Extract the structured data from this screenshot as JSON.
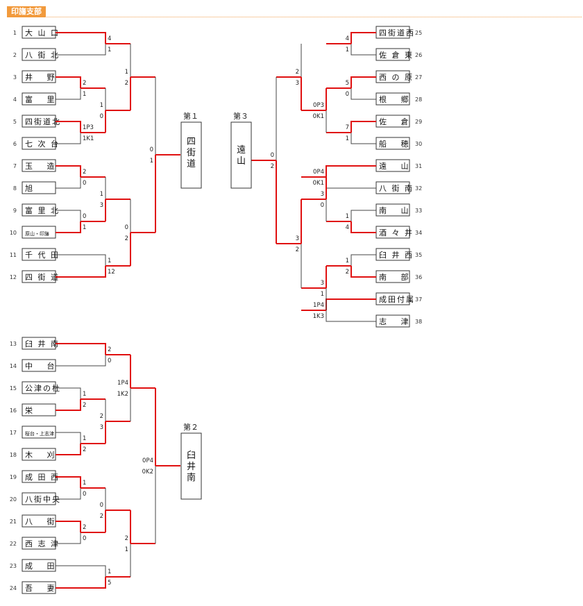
{
  "header": {
    "title": "印旛支部"
  },
  "colors": {
    "win": "#e01010",
    "lose": "#444444",
    "accent": "#f29a3c"
  },
  "left_bracket": {
    "teams": [
      {
        "no": "1",
        "name": "大 山 口"
      },
      {
        "no": "2",
        "name": "八 街 北"
      },
      {
        "no": "3",
        "name": "井　 野"
      },
      {
        "no": "4",
        "name": "富　 里"
      },
      {
        "no": "5",
        "name": "四街道北"
      },
      {
        "no": "6",
        "name": "七 次 台"
      },
      {
        "no": "7",
        "name": "玉　 造"
      },
      {
        "no": "8",
        "name": "旭"
      },
      {
        "no": "9",
        "name": "富 里 北"
      },
      {
        "no": "10",
        "name": "原山・印旛"
      },
      {
        "no": "11",
        "name": "千 代 田"
      },
      {
        "no": "12",
        "name": "四 街 道"
      }
    ],
    "place": "第１",
    "winner": "四街道"
  },
  "right_bracket": {
    "teams": [
      {
        "no": "25",
        "name": "四街道西"
      },
      {
        "no": "26",
        "name": "佐 倉 東"
      },
      {
        "no": "27",
        "name": "西 の 原"
      },
      {
        "no": "28",
        "name": "根　 郷"
      },
      {
        "no": "29",
        "name": "佐　 倉"
      },
      {
        "no": "30",
        "name": "船　 穂"
      },
      {
        "no": "31",
        "name": "遠　 山"
      },
      {
        "no": "32",
        "name": "八 街 南"
      },
      {
        "no": "33",
        "name": "南　 山"
      },
      {
        "no": "34",
        "name": "酒 々 井"
      },
      {
        "no": "35",
        "name": "臼 井 西"
      },
      {
        "no": "36",
        "name": "南　 部"
      },
      {
        "no": "37",
        "name": "成田付属"
      },
      {
        "no": "38",
        "name": "志　 津"
      }
    ],
    "place": "第３",
    "winner": "遠山"
  },
  "bottom_bracket": {
    "teams": [
      {
        "no": "13",
        "name": "臼 井 南"
      },
      {
        "no": "14",
        "name": "中　 台"
      },
      {
        "no": "15",
        "name": "公津の杜"
      },
      {
        "no": "16",
        "name": "栄"
      },
      {
        "no": "17",
        "name": "桜台・上志津"
      },
      {
        "no": "18",
        "name": "木　 刈"
      },
      {
        "no": "19",
        "name": "成 田 西"
      },
      {
        "no": "20",
        "name": "八街中央"
      },
      {
        "no": "21",
        "name": "八　 街"
      },
      {
        "no": "22",
        "name": "西 志 津"
      },
      {
        "no": "23",
        "name": "成　 田"
      },
      {
        "no": "24",
        "name": "吾　 妻"
      }
    ],
    "place": "第２",
    "winner": "臼井南"
  },
  "scores": {
    "L": [
      "4",
      "1",
      "2",
      "1",
      "1P3",
      "1K1",
      "2",
      "0",
      "0",
      "1",
      "1",
      "12",
      "1",
      "0",
      "1",
      "2",
      "1",
      "3",
      "0",
      "2",
      "0",
      "1"
    ],
    "R": [
      "4",
      "1",
      "5",
      "0",
      "7",
      "1",
      "0P3",
      "0K1",
      "2",
      "3",
      "0P4",
      "0K1",
      "1",
      "4",
      "1",
      "2",
      "1P4",
      "1K3",
      "3",
      "0",
      "3",
      "1",
      "3",
      "2",
      "0",
      "2"
    ],
    "B": [
      "2",
      "0",
      "1",
      "2",
      "1",
      "2",
      "2",
      "3",
      "1",
      "0",
      "2",
      "0",
      "0",
      "2",
      "1",
      "5",
      "1P4",
      "1K2",
      "2",
      "1",
      "0P4",
      "0K2"
    ]
  }
}
